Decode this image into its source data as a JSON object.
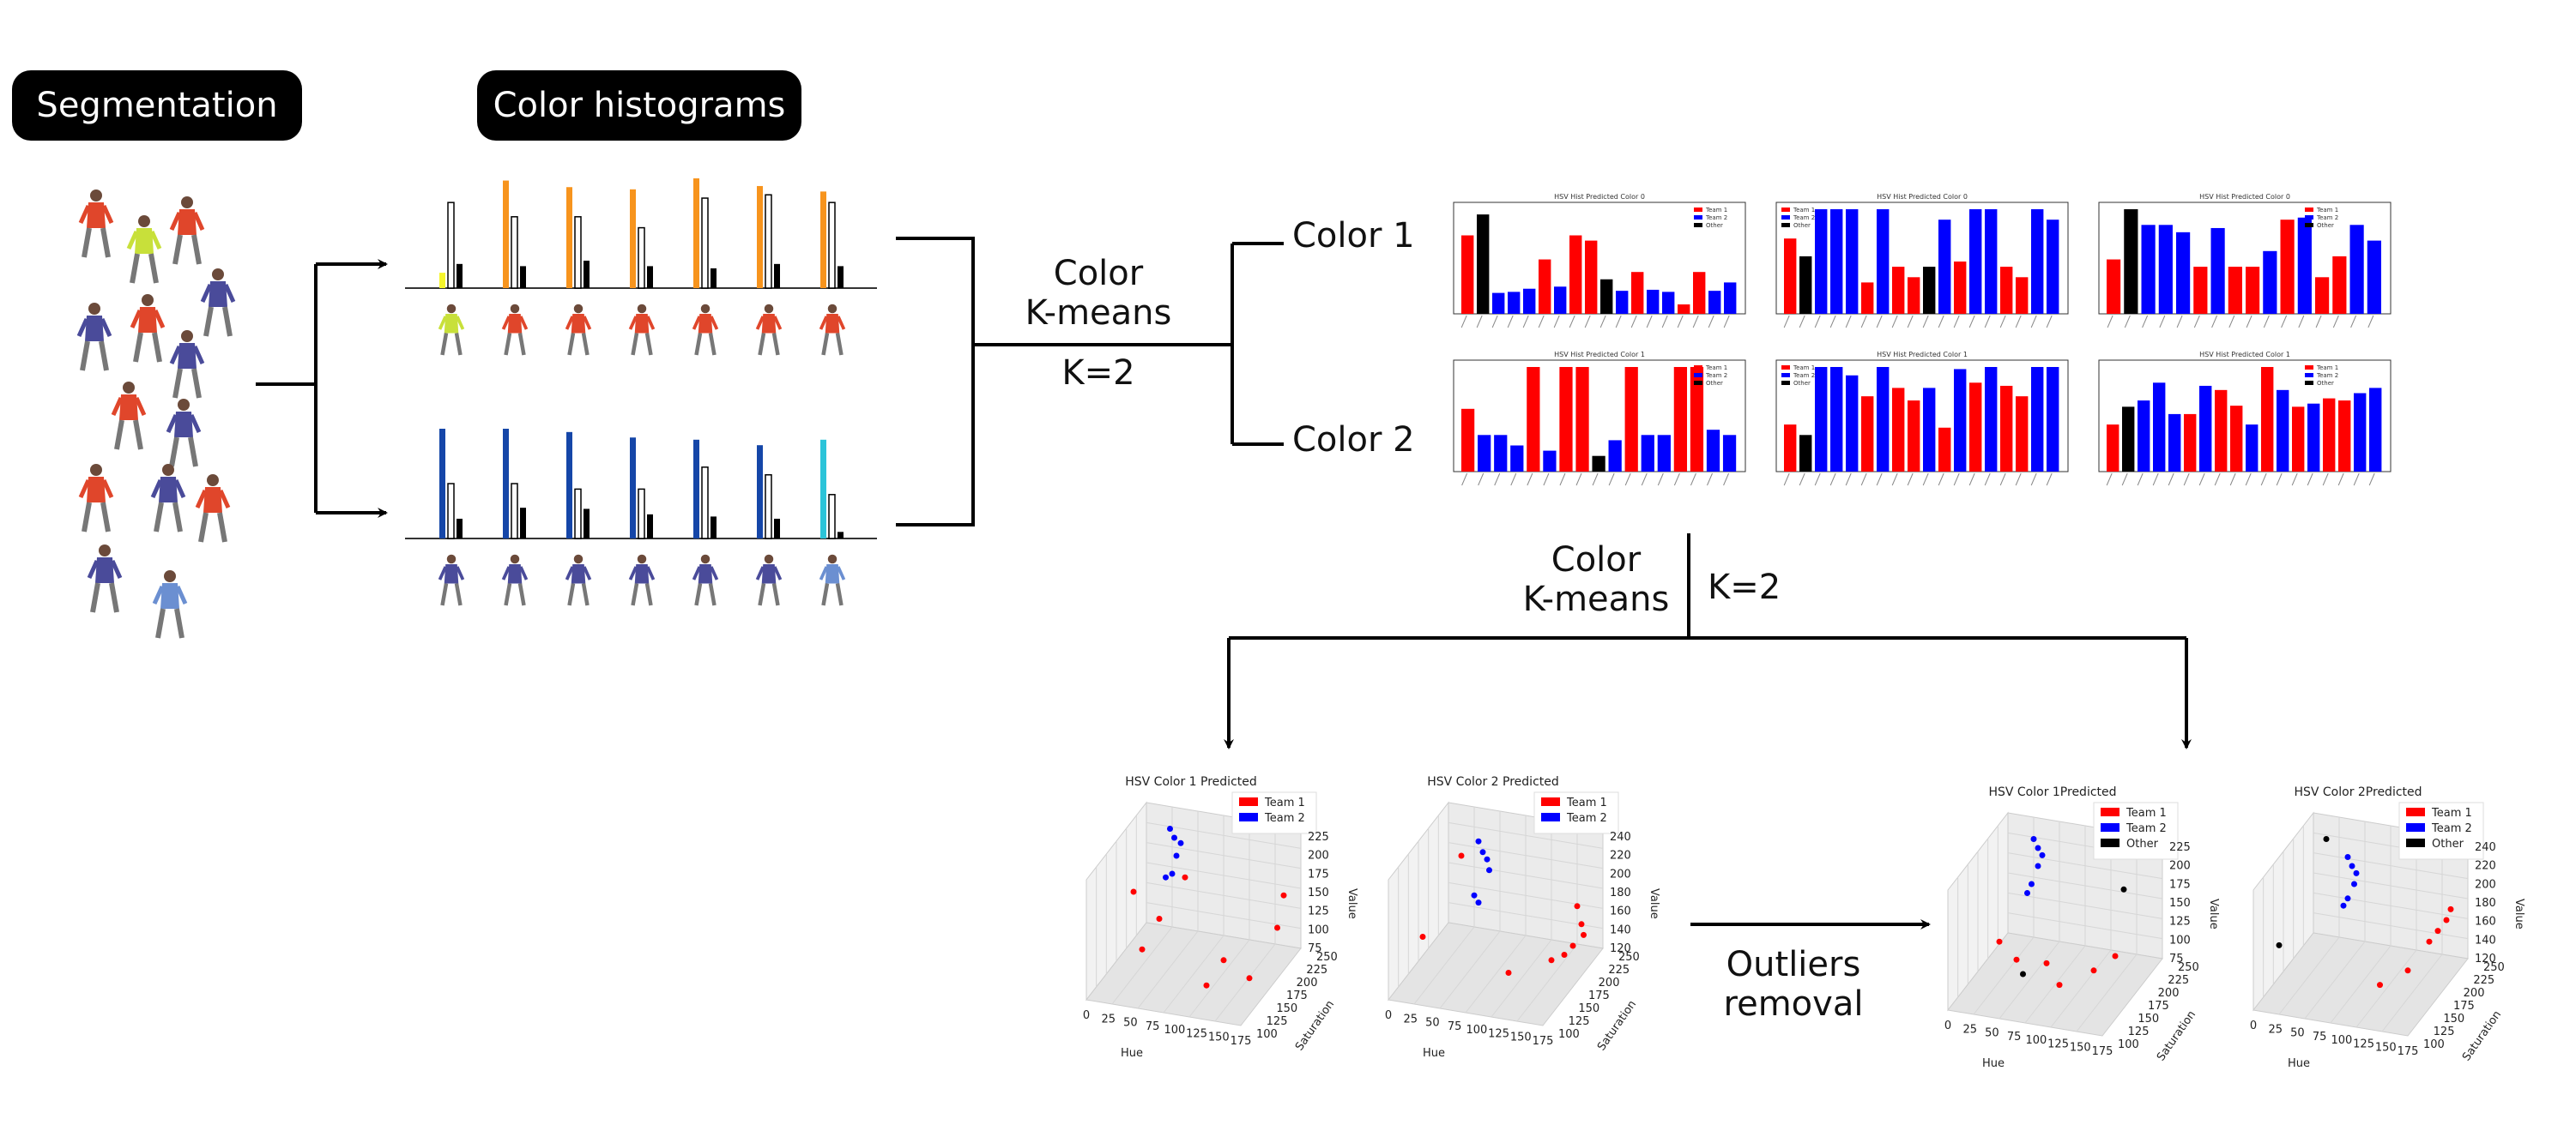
{
  "stages": {
    "segmentation": "Segmentation",
    "color_histograms": "Color histograms"
  },
  "kmeans1": {
    "line1": "Color",
    "line2": "K-means",
    "k": "K=2"
  },
  "kmeans2": {
    "line1": "Color",
    "line2": "K-means",
    "k": "K=2"
  },
  "outputs": {
    "color1": "Color 1",
    "color2": "Color 2"
  },
  "outliers": {
    "line1": "Outliers",
    "line2": "removal"
  },
  "histograms": {
    "row1": [
      {
        "accent": "#f5f52a",
        "bars": [
          0.14,
          0.78,
          0.22
        ]
      },
      {
        "accent": "#f7941d",
        "bars": [
          0.98,
          0.65,
          0.2
        ]
      },
      {
        "accent": "#f7941d",
        "bars": [
          0.92,
          0.65,
          0.25
        ]
      },
      {
        "accent": "#f7941d",
        "bars": [
          0.9,
          0.55,
          0.2
        ]
      },
      {
        "accent": "#f7941d",
        "bars": [
          1.0,
          0.82,
          0.18
        ]
      },
      {
        "accent": "#f7941d",
        "bars": [
          0.93,
          0.85,
          0.22
        ]
      },
      {
        "accent": "#f7941d",
        "bars": [
          0.88,
          0.78,
          0.2
        ]
      }
    ],
    "row2": [
      {
        "accent": "#1546a8",
        "bars": [
          1.0,
          0.5,
          0.18
        ]
      },
      {
        "accent": "#1546a8",
        "bars": [
          1.0,
          0.5,
          0.28
        ]
      },
      {
        "accent": "#1546a8",
        "bars": [
          0.97,
          0.45,
          0.27
        ]
      },
      {
        "accent": "#1546a8",
        "bars": [
          0.92,
          0.45,
          0.22
        ]
      },
      {
        "accent": "#1546a8",
        "bars": [
          0.9,
          0.65,
          0.2
        ]
      },
      {
        "accent": "#1546a8",
        "bars": [
          0.85,
          0.58,
          0.18
        ]
      },
      {
        "accent": "#2bc4d9",
        "bars": [
          0.9,
          0.4,
          0.06
        ]
      }
    ]
  },
  "bar_panels": [
    {
      "title": "HSV Hist Predicted Color 0",
      "legend": [
        "Team 1",
        "Team 2",
        "Other"
      ],
      "values": [
        0.75,
        0.95,
        0.2,
        0.21,
        0.24,
        0.52,
        0.26,
        0.75,
        0.7,
        0.33,
        0.22,
        0.4,
        0.23,
        0.21,
        0.09,
        0.4,
        0.22,
        0.3
      ],
      "colors": [
        "r",
        "k",
        "b",
        "b",
        "b",
        "r",
        "b",
        "r",
        "r",
        "k",
        "b",
        "r",
        "b",
        "b",
        "r",
        "r",
        "b",
        "b"
      ]
    },
    {
      "title": "HSV Hist Predicted Color 0",
      "legend": [
        "Team 1",
        "Team 2",
        "Other"
      ],
      "values": [
        0.72,
        0.55,
        1.0,
        1.0,
        1.0,
        0.3,
        1.0,
        0.45,
        0.35,
        0.45,
        0.9,
        0.5,
        1.0,
        1.0,
        0.45,
        0.35,
        1.0,
        0.9
      ],
      "colors": [
        "r",
        "k",
        "b",
        "b",
        "b",
        "r",
        "b",
        "r",
        "r",
        "k",
        "b",
        "r",
        "b",
        "b",
        "r",
        "r",
        "b",
        "b"
      ]
    },
    {
      "title": "HSV Hist Predicted Color 0",
      "legend": [
        "Team 1",
        "Team 2",
        "Other"
      ],
      "values": [
        0.52,
        1.0,
        0.85,
        0.85,
        0.78,
        0.45,
        0.82,
        0.45,
        0.45,
        0.6,
        0.9,
        0.92,
        0.35,
        0.55,
        0.85,
        0.7
      ],
      "colors": [
        "r",
        "k",
        "b",
        "b",
        "b",
        "r",
        "b",
        "r",
        "r",
        "b",
        "r",
        "b",
        "r",
        "r",
        "b",
        "b"
      ]
    },
    {
      "title": "HSV Hist Predicted Color 1",
      "legend": [
        "Team 1",
        "Team 2",
        "Other"
      ],
      "values": [
        0.6,
        0.35,
        0.35,
        0.25,
        1.0,
        0.2,
        1.0,
        1.0,
        0.15,
        0.3,
        1.0,
        0.35,
        0.35,
        1.0,
        1.0,
        0.4,
        0.35
      ],
      "colors": [
        "r",
        "b",
        "b",
        "b",
        "r",
        "b",
        "r",
        "r",
        "k",
        "b",
        "r",
        "b",
        "b",
        "r",
        "r",
        "b",
        "b"
      ]
    },
    {
      "title": "HSV Hist Predicted Color 1",
      "legend": [
        "Team 1",
        "Team 2",
        "Other"
      ],
      "values": [
        0.45,
        0.35,
        1.0,
        1.0,
        0.92,
        0.72,
        1.0,
        0.8,
        0.68,
        0.8,
        0.42,
        0.98,
        0.85,
        1.0,
        0.82,
        0.72,
        1.0,
        1.0
      ],
      "colors": [
        "r",
        "k",
        "b",
        "b",
        "b",
        "r",
        "b",
        "r",
        "r",
        "b",
        "r",
        "b",
        "r",
        "b",
        "r",
        "r",
        "b",
        "b"
      ]
    },
    {
      "title": "HSV Hist Predicted Color 1",
      "legend": [
        "Team 1",
        "Team 2",
        "Other"
      ],
      "values": [
        0.45,
        0.62,
        0.68,
        0.85,
        0.55,
        0.55,
        0.82,
        0.78,
        0.63,
        0.45,
        1.0,
        0.78,
        0.62,
        0.65,
        0.7,
        0.68,
        0.75,
        0.8
      ],
      "colors": [
        "r",
        "k",
        "b",
        "b",
        "b",
        "r",
        "b",
        "r",
        "r",
        "b",
        "r",
        "b",
        "r",
        "b",
        "r",
        "r",
        "b",
        "b"
      ]
    }
  ],
  "scatter": [
    {
      "title": "HSV Color 1 Predicted",
      "legend": [
        "Team 1",
        "Team 2"
      ],
      "xlabel": "Hue",
      "ylabel": "Saturation",
      "zlabel": "Value",
      "xticks": [
        "0",
        "25",
        "50",
        "75",
        "100",
        "125",
        "150",
        "175"
      ],
      "yticks": [
        "100",
        "125",
        "150",
        "175",
        "200",
        "225",
        "250"
      ],
      "zticks": [
        "75",
        "100",
        "125",
        "150",
        "175",
        "200",
        "225"
      ]
    },
    {
      "title": "HSV Color 2 Predicted",
      "legend": [
        "Team 1",
        "Team 2"
      ],
      "xlabel": "Hue",
      "ylabel": "Saturation",
      "zlabel": "Value",
      "xticks": [
        "0",
        "25",
        "50",
        "75",
        "100",
        "125",
        "150",
        "175"
      ],
      "yticks": [
        "100",
        "125",
        "150",
        "175",
        "200",
        "225",
        "250"
      ],
      "zticks": [
        "120",
        "140",
        "160",
        "180",
        "200",
        "220",
        "240"
      ]
    },
    {
      "title": "HSV Color 1Predicted",
      "legend": [
        "Team 1",
        "Team 2",
        "Other"
      ],
      "xlabel": "Hue",
      "ylabel": "Saturation",
      "zlabel": "Value",
      "xticks": [
        "0",
        "25",
        "50",
        "75",
        "100",
        "125",
        "150",
        "175"
      ],
      "yticks": [
        "100",
        "125",
        "150",
        "175",
        "200",
        "225",
        "250"
      ],
      "zticks": [
        "75",
        "100",
        "125",
        "150",
        "175",
        "200",
        "225"
      ]
    },
    {
      "title": "HSV Color 2Predicted",
      "legend": [
        "Team 1",
        "Team 2",
        "Other"
      ],
      "xlabel": "Hue",
      "ylabel": "Saturation",
      "zlabel": "Value",
      "xticks": [
        "0",
        "25",
        "50",
        "75",
        "100",
        "125",
        "150",
        "175"
      ],
      "yticks": [
        "100",
        "125",
        "150",
        "175",
        "200",
        "225",
        "250"
      ],
      "zticks": [
        "120",
        "140",
        "160",
        "180",
        "200",
        "220",
        "240"
      ]
    }
  ],
  "colors": {
    "team1": "#ff0000",
    "team2": "#0000ff",
    "other": "#000000",
    "line": "#000000"
  }
}
